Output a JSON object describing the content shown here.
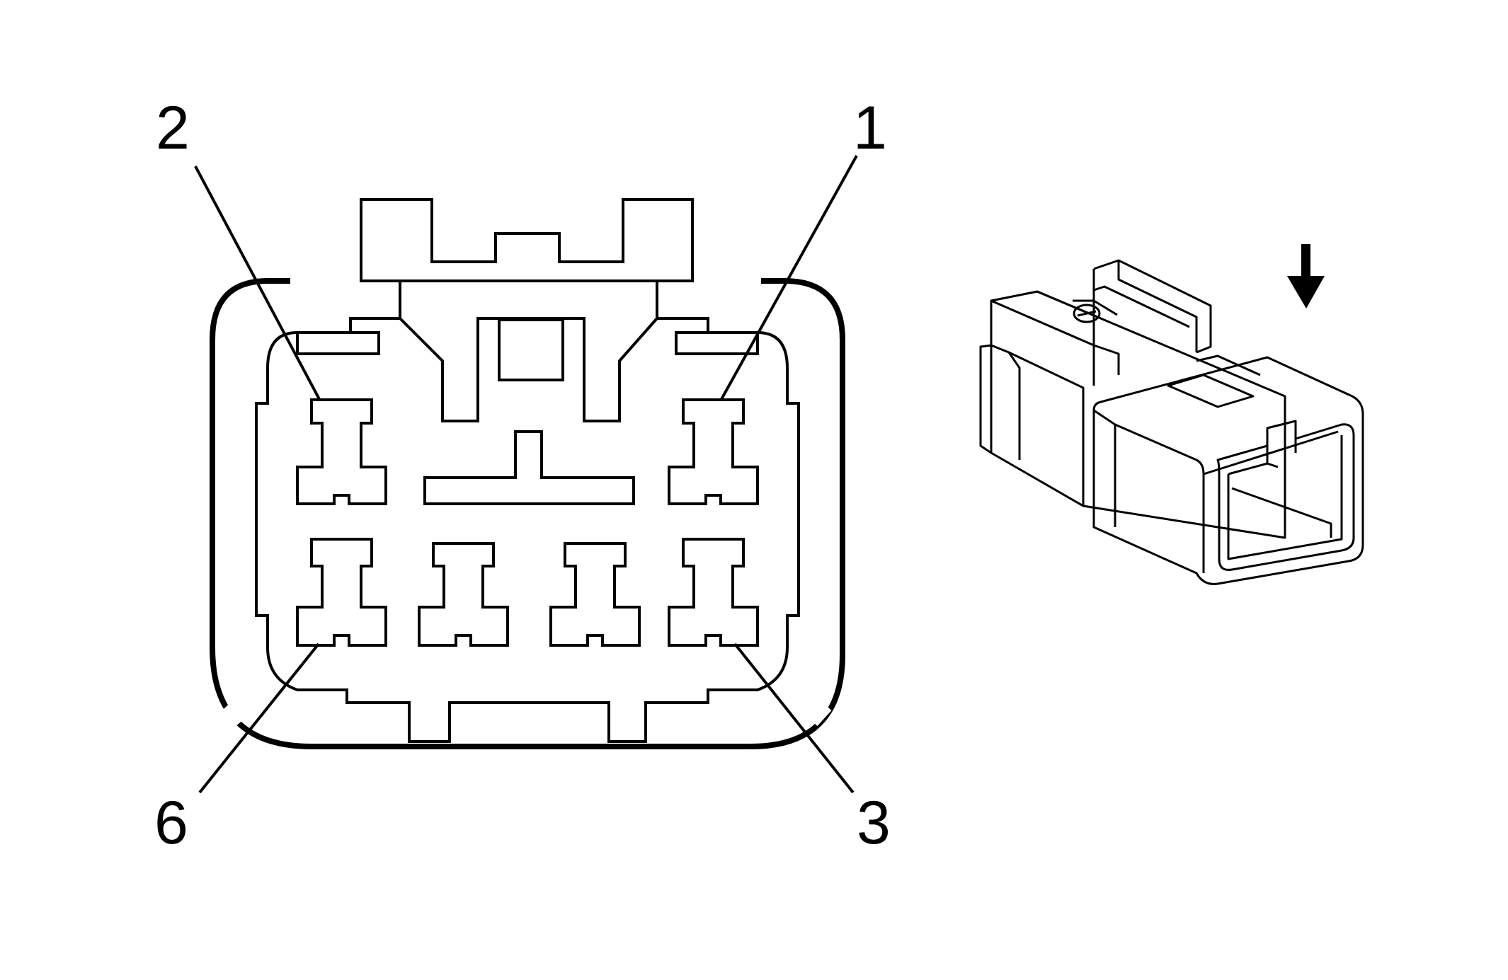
{
  "diagram": {
    "pin_labels": {
      "pin1": "1",
      "pin2": "2",
      "pin3": "3",
      "pin6": "6"
    },
    "colors": {
      "line": "#000000",
      "background": "#ffffff"
    },
    "icons": [
      "connector-face-view",
      "connector-3d-view",
      "down-arrow-icon"
    ]
  }
}
